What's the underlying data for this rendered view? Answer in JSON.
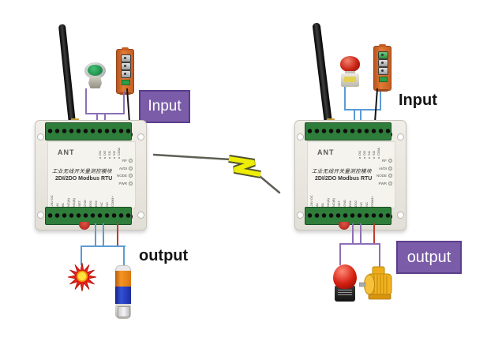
{
  "diagram": {
    "left": {
      "input_label": "Input",
      "output_label": "output"
    },
    "right": {
      "input_label": "Input",
      "output_label": "output"
    }
  },
  "device": {
    "ant_label": "ANT",
    "cn_title": "工业无线开关量测控模块",
    "model": "2DI/2DO Modbus RTU",
    "top_pins": [
      "DI1",
      "DI2",
      "SI1",
      "SI2",
      "COM-"
    ],
    "led_labels": [
      "RF",
      "AI/DI",
      "NODE",
      "PWR"
    ],
    "bottom_pins": [
      "-24V DC",
      "A1",
      "B1",
      "NC(A)",
      "NC(B)",
      "SET",
      "GND",
      "DO1",
      "DO2",
      "NC",
      "NC",
      "COM1+"
    ]
  },
  "colors": {
    "label_purple": "#7B5CA8",
    "label_border": "#5A3E8C",
    "wire_purple": "#8E6FB5",
    "wire_blue": "#5B9BD5",
    "wire_red": "#C23B2B",
    "wire_black": "#151515",
    "terminal_green": "#2F7D3A",
    "bolt_yellow": "#EEEE05",
    "background": "#FFFFFF"
  }
}
